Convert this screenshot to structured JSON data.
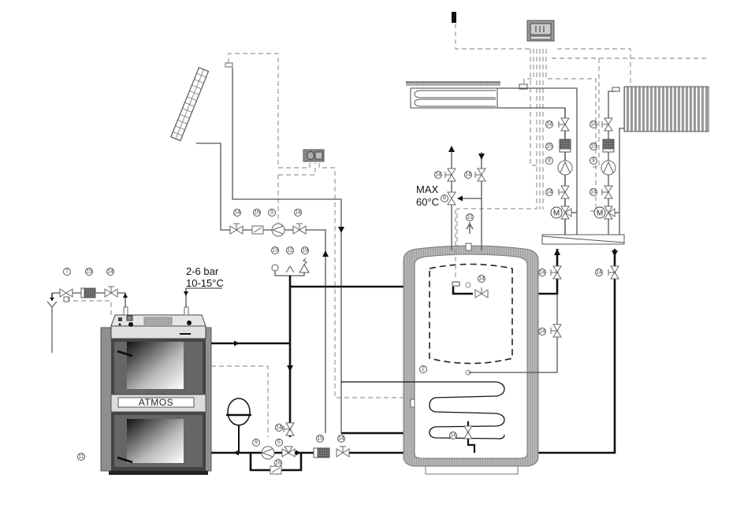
{
  "diagram": {
    "title": "ATMOS heating system schematic",
    "boiler": {
      "brand_label": "ATMOS"
    },
    "cold_water_inlet": {
      "pressure_label": "2-6 bar",
      "temperature_label": "10-15°C"
    },
    "mixing_valve": {
      "max_label": "MAX",
      "max_temp_label": "60°C"
    },
    "motor_label": "M",
    "badges": {
      "b2": "2",
      "b5": "5",
      "b6": "6",
      "b7": "7",
      "b9": "9",
      "b11": "11",
      "b12": "12",
      "b13": "13",
      "b14": "14",
      "b15": "15",
      "b16": "16",
      "b19": "19"
    },
    "components": [
      "solar-collector",
      "solar-controller",
      "room-sensor",
      "heating-controller",
      "floor-heating",
      "radiator",
      "distribution-manifold",
      "accumulation-tank",
      "expansion-vessel",
      "boiler"
    ],
    "colors": {
      "pipe": "#111111",
      "signal": "#9a9a9a",
      "insulation": "#a8a8a8",
      "boiler_body": "#555555"
    }
  }
}
